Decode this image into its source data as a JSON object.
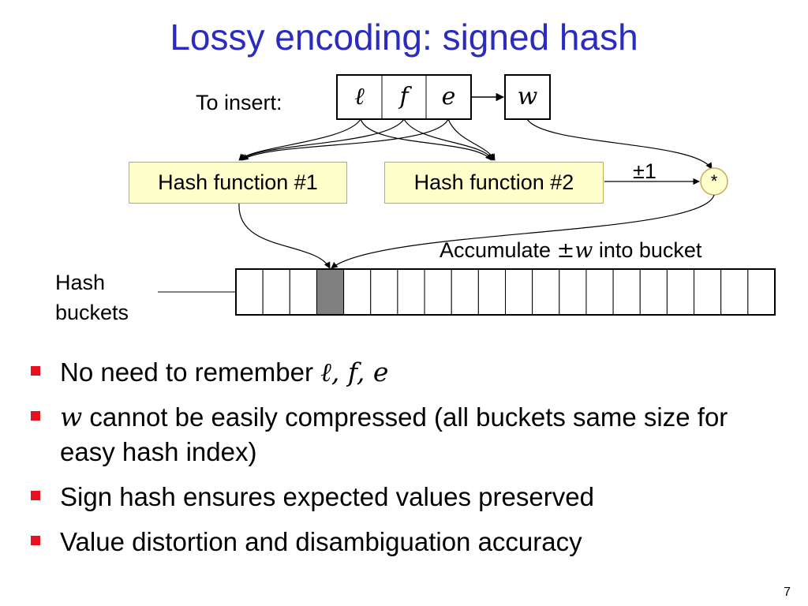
{
  "title": "Lossy encoding: signed hash",
  "to_insert_label": "To insert:",
  "tuple_cells": [
    "ℓ",
    "f",
    "e"
  ],
  "weight_cell": "w",
  "hash_function_1": "Hash function #1",
  "hash_function_2": "Hash function #2",
  "sign_label": "±1",
  "multiply_symbol": "*",
  "accumulate_text_pre": "Accumulate ",
  "accumulate_math": "±w",
  "accumulate_text_post": " into bucket",
  "hash_buckets_label_line1": "Hash",
  "hash_buckets_label_line2": "buckets",
  "bucket_count": 20,
  "highlighted_bucket_index": 3,
  "colors": {
    "title": "#2b2bbf",
    "bullet": "#e8101f",
    "hash_box_fill": "#ffffcc",
    "highlighted_bucket": "#808080"
  },
  "bullets": [
    {
      "math_prefix": "",
      "text": "No need to remember ",
      "math_suffix": "ℓ, f, e"
    },
    {
      "math_prefix": "w",
      "text": " cannot be easily compressed (all buckets same size for easy hash index)",
      "math_suffix": ""
    },
    {
      "math_prefix": "",
      "text": "Sign hash ensures expected values preserved",
      "math_suffix": ""
    },
    {
      "math_prefix": "",
      "text": "Value distortion and disambiguation accuracy",
      "math_suffix": ""
    }
  ],
  "slide_number": "7"
}
